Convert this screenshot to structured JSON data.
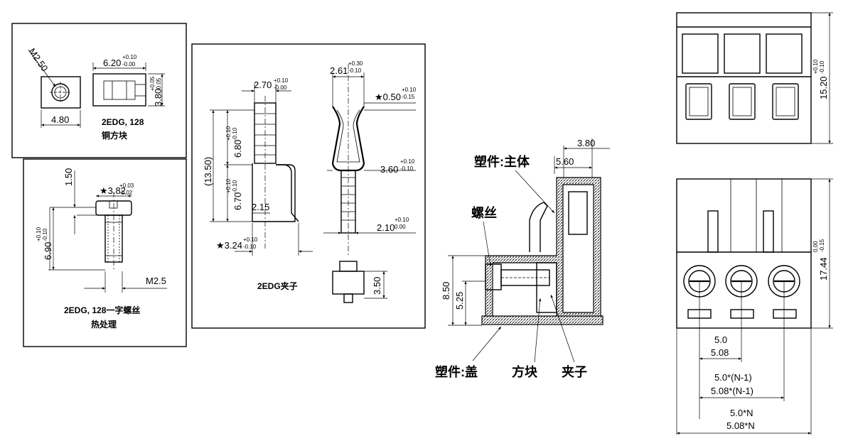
{
  "panel_copper_block": {
    "thread": "M2.50",
    "width": "4.80",
    "length": "6.20",
    "length_tol_upper": "+0.10",
    "length_tol_lower": "-0.00",
    "height": "3.80",
    "height_tol_upper": "+0.05",
    "height_tol_lower": "-0.05",
    "caption_line1": "2EDG, 128",
    "caption_line2": "铜方块"
  },
  "panel_screw": {
    "head_height": "1.50",
    "head_dia": "3.82",
    "head_dia_tol_upper": "+0.03",
    "head_dia_tol_lower": "-0.02",
    "length": "6.90",
    "length_tol_upper": "+0.10",
    "length_tol_lower": "-0.10",
    "thread": "M2.5",
    "caption_line1": "2EDG, 128一字螺丝",
    "caption_line2": "热处理"
  },
  "panel_clip": {
    "width_top": "2.70",
    "width_top_tol_upper": "+0.10",
    "width_top_tol_lower": "-0.00",
    "total_height": "(13.50)",
    "upper_height": "6.80",
    "upper_tol_upper": "+0.10",
    "upper_tol_lower": "-0.10",
    "lower_height": "6.70",
    "lower_tol_upper": "+0.10",
    "lower_tol_lower": "-0.10",
    "offset": "2.15",
    "bottom_width": "3.24",
    "bottom_tol_upper": "+0.10",
    "bottom_tol_lower": "-0.10",
    "spring_width": "2.61",
    "spring_tol_upper": "+0.30",
    "spring_tol_lower": "-0.10",
    "thickness": "0.50",
    "thickness_tol_upper": "+0.10",
    "thickness_tol_lower": "-0.15",
    "inner_width": "3.60",
    "inner_tol_upper": "+0.10",
    "inner_tol_lower": "-0.10",
    "tab_width": "2.10",
    "tab_tol_upper": "+0.10",
    "tab_tol_lower": "0.00",
    "base_height": "3.50",
    "caption": "2EDG夹子"
  },
  "panel_section": {
    "label_body": "塑件:主体",
    "label_screw": "螺丝",
    "label_cover": "塑件:盖",
    "label_block": "方块",
    "label_clip": "夹子",
    "width_top": "3.80",
    "width_inner": "5.60",
    "height_total": "8.50",
    "height_inner": "5.25"
  },
  "panel_top_view": {
    "height": "15.20",
    "height_tol_upper": "+0.10",
    "height_tol_lower": "-0.10"
  },
  "panel_front_view": {
    "height": "17.44",
    "height_tol_upper": "0.00",
    "height_tol_lower": "-0.15",
    "pitch_a": "5.0",
    "pitch_b": "5.08",
    "span_a": "5.0*(N-1)",
    "span_b": "5.08*(N-1)",
    "total_a": "5.0*N",
    "total_b": "5.08*N"
  }
}
